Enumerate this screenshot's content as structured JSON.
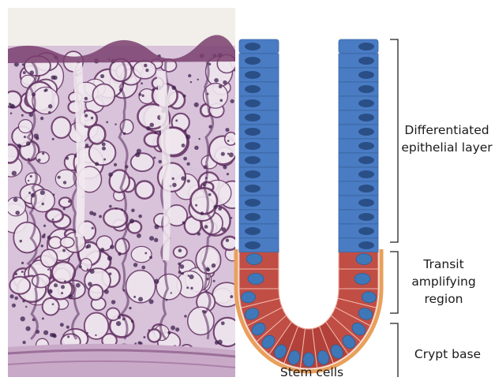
{
  "labels": {
    "differentiated_line1": "Differentiated",
    "differentiated_line2": "epithelial layer",
    "transit_line1": "Transit",
    "transit_line2": "amplifying",
    "transit_line3": "region",
    "crypt_base": "Crypt base",
    "stem_cells": "Stem cells"
  },
  "colors": {
    "differentiated_cell": "#4a7cc4",
    "differentiated_nucleus": "#2a4f86",
    "transit_cell": "#c04e45",
    "stem_cell": "#b2413a",
    "cell_nucleus": "#3f78b8",
    "basement_membrane": "#e8a05c",
    "histology_stain": "#8a5a90"
  }
}
